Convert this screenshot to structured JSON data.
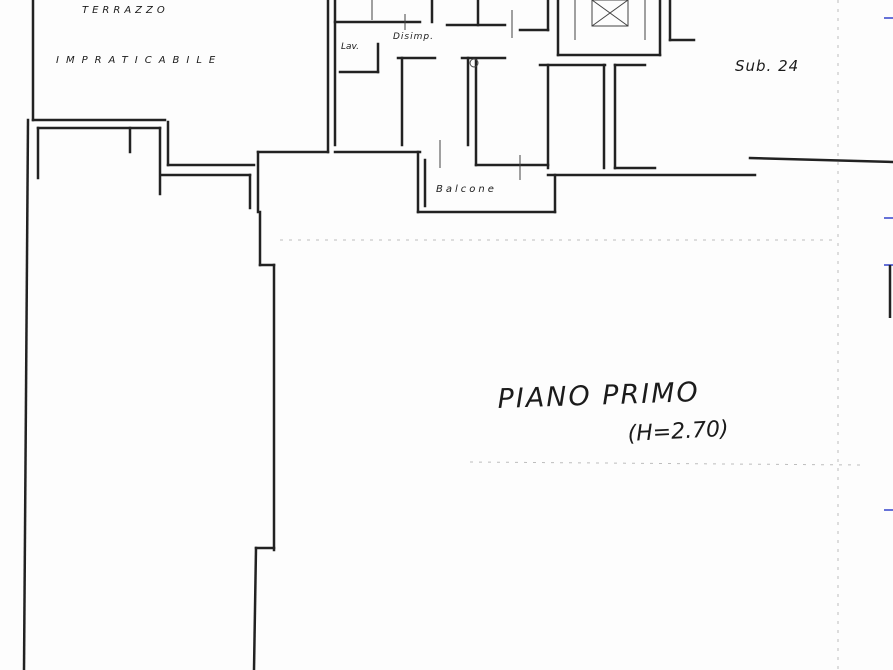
{
  "drawing": {
    "labels": {
      "terrazzo": "TERRAZZO",
      "impraticabile": "IMPRATICABILE",
      "lavanderia": "Lav.",
      "disimpegno": "Disimp.",
      "balcone": "Balcone",
      "sub": "Sub. 24",
      "floor": "PIANO PRIMO",
      "height": "(H=2.70)"
    },
    "colors": {
      "ink": "#1b1b1b",
      "wall": "#222222",
      "faint_line": "#bdbdbd",
      "dimension_tick": "#3344cc",
      "paper": "#fdfdfd"
    }
  }
}
